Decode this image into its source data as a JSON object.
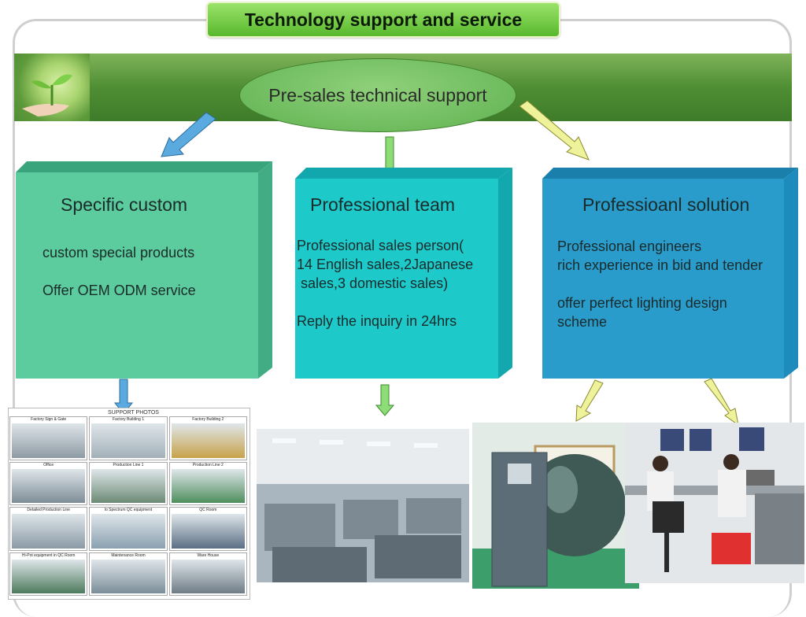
{
  "title": "Technology support and service",
  "center_label": "Pre-sales technical support",
  "boxes": [
    {
      "heading": "Specific custom",
      "lines": [
        "custom special products",
        "Offer OEM ODM service"
      ]
    },
    {
      "heading": "Professional team",
      "body": "Professional sales person(\n14 English sales,2Japanese\n sales,3 domestic sales)\n\nReply the inquiry in 24hrs"
    },
    {
      "heading": "Professioanl solution",
      "body": "Professional engineers\nrich experience in bid and tender\n\noffer perfect lighting design\nscheme"
    }
  ],
  "support_photos": {
    "caption": "SUPPORT PHOTOS",
    "cells": [
      "Factory Sign & Gate",
      "Factory Building 1",
      "Factory Building 2",
      "Office",
      "Production Line 1",
      "Production Line 2",
      "Detailed Production Line",
      "lo Spectrum QC equipment",
      "QC Room",
      "Hi-Pot equipment in QC Room",
      "Maintenance Room",
      "Ware House"
    ]
  },
  "colors": {
    "title_green": "#58b82d",
    "box1": "#5ccb9d",
    "box2": "#1ec9c9",
    "box3": "#2a9ccb",
    "arrow_blue": "#5aaae0",
    "arrow_green": "#8ddc78",
    "arrow_yellow": "#eef29a"
  }
}
